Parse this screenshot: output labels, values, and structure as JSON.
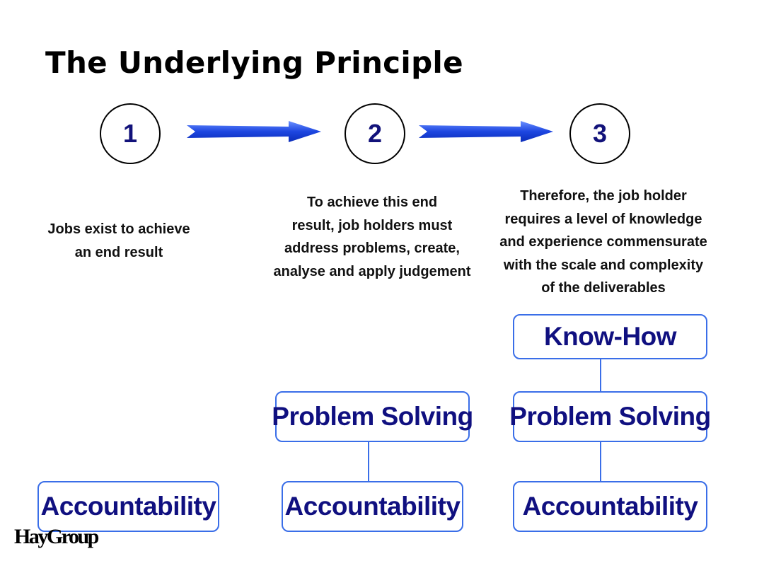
{
  "title": "The Underlying Principle",
  "steps": [
    {
      "number": "1",
      "description": "Jobs exist to achieve\nan end result"
    },
    {
      "number": "2",
      "description": "To achieve this end\nresult, job holders must\naddress problems, create,\nanalyse and apply judgement"
    },
    {
      "number": "3",
      "description": "Therefore, the job holder\nrequires a level of knowledge\nand experience commensurate\nwith the scale and complexity\nof the deliverables"
    }
  ],
  "boxes": {
    "col1": {
      "accountability": "Accountability"
    },
    "col2": {
      "problem_solving": "Problem Solving",
      "accountability": "Accountability"
    },
    "col3": {
      "know_how": "Know-How",
      "problem_solving": "Problem Solving",
      "accountability": "Accountability"
    }
  },
  "logo": "HayGroup",
  "colors": {
    "box_border": "#3a6ee8",
    "box_text": "#101080",
    "arrow": "#1f4fe0"
  },
  "icons": [
    "right-arrow-icon"
  ]
}
